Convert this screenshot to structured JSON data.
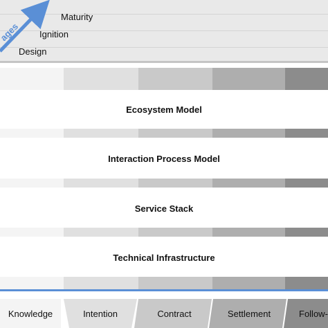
{
  "stages": {
    "axis_label": "ages",
    "levels": [
      "Maturity",
      "Ignition",
      "Design"
    ]
  },
  "layers": [
    {
      "title": "Ecosystem Model"
    },
    {
      "title": "Interaction Process Model"
    },
    {
      "title": "Service Stack"
    },
    {
      "title": "Technical Infrastructure"
    }
  ],
  "phases": [
    "Knowledge",
    "Intention",
    "Contract",
    "Settlement",
    "Follow-"
  ],
  "colors": {
    "accent": "#5a8fd6",
    "phase_fills": [
      "#f4f4f4",
      "#e0e0e0",
      "#c9c9c9",
      "#aeaeae",
      "#8c8c8c"
    ]
  }
}
